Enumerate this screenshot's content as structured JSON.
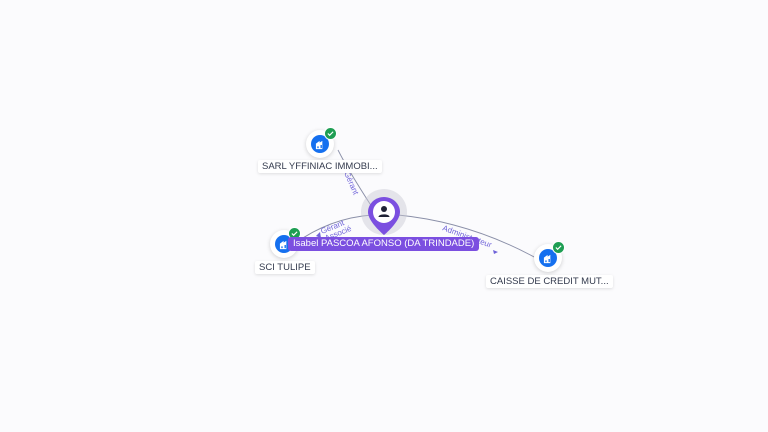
{
  "center": {
    "name": "Isabel PASCOA AFONSO (DA TRINDADE)",
    "icon": "person-icon"
  },
  "companies": [
    {
      "id": "sarl",
      "name": "SARL YFFINIAC IMMOBI...",
      "icon": "building-icon",
      "verified": true
    },
    {
      "id": "sci",
      "name": "SCI TULIPE",
      "icon": "building-icon",
      "verified": true
    },
    {
      "id": "caisse",
      "name": "CAISSE DE CREDIT MUT...",
      "icon": "building-icon",
      "verified": true
    }
  ],
  "relations": [
    {
      "target": "sarl",
      "label": "Gérant"
    },
    {
      "target": "sci",
      "label": "Gérant"
    },
    {
      "target": "sci",
      "label": "Associé"
    },
    {
      "target": "caisse",
      "label": "Administrateur"
    }
  ],
  "colors": {
    "person": "#7b4fe0",
    "company": "#1570ef",
    "verified": "#1e9e53",
    "edge_label": "#6f63d9"
  }
}
